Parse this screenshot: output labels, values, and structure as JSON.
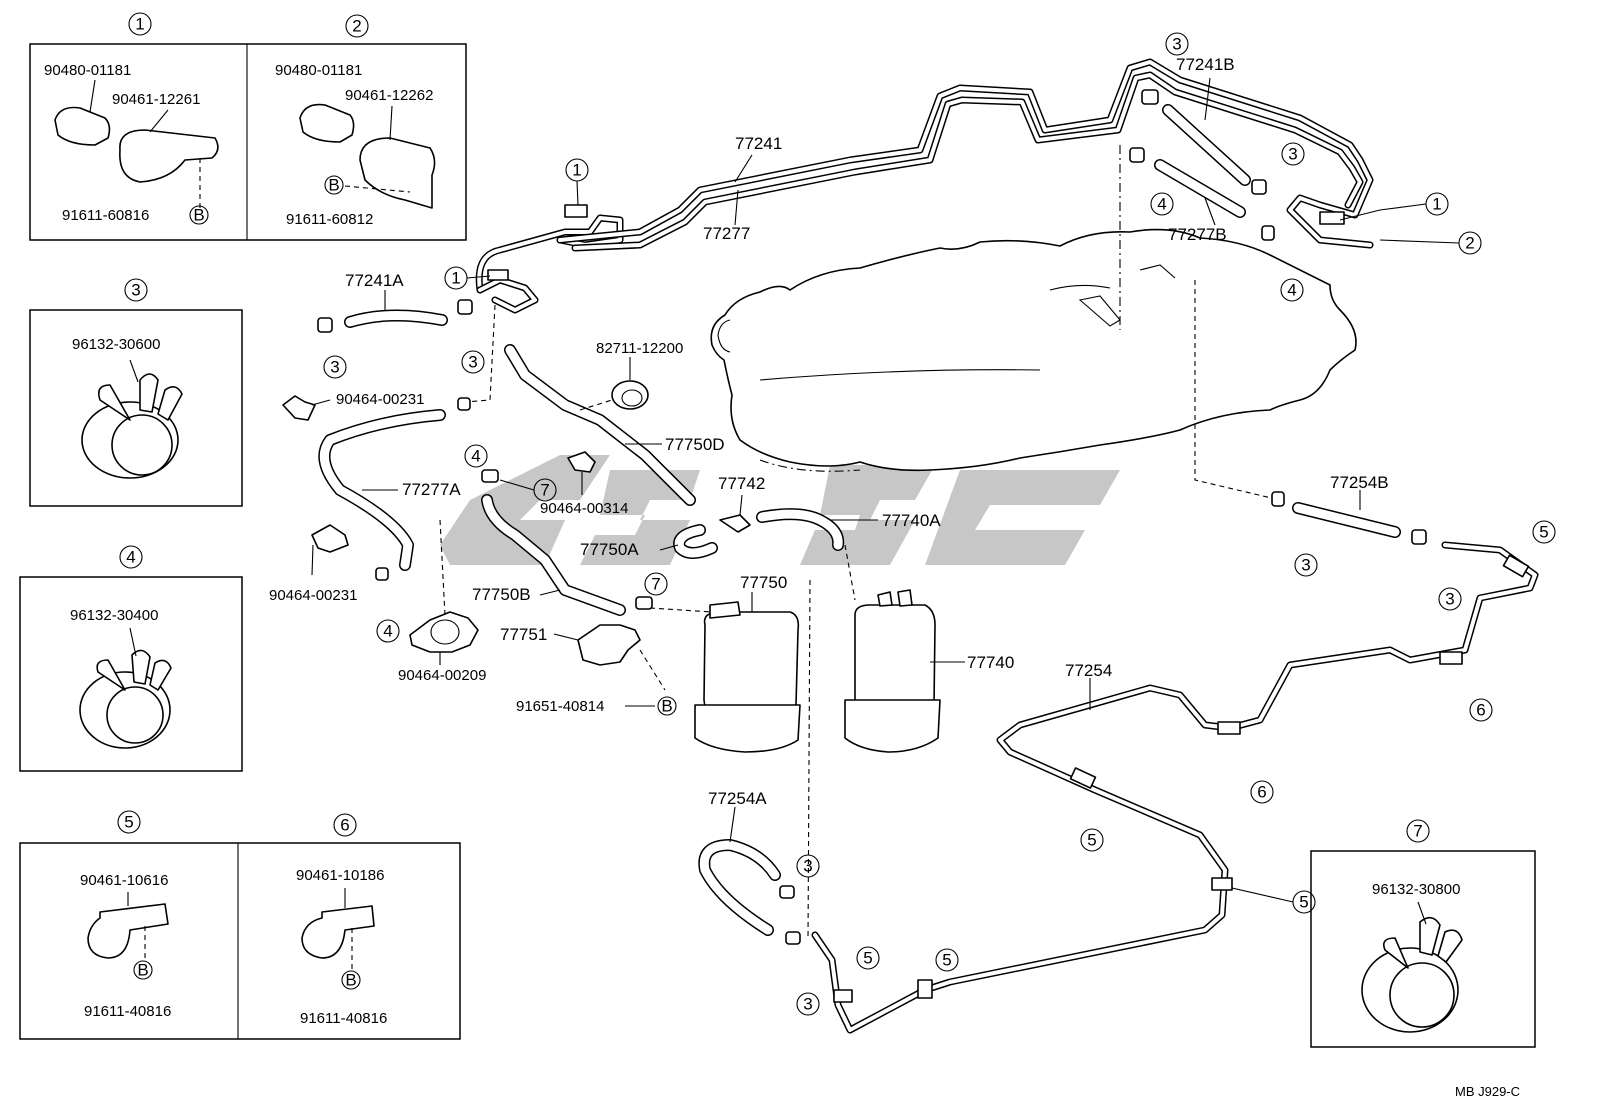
{
  "diagram": {
    "footer_code": "MB  J929-C",
    "callouts": {
      "box1": "1",
      "box2": "2",
      "box3": "3",
      "box4": "4",
      "box5": "5",
      "box6": "6",
      "box7": "7"
    },
    "boxes": {
      "box1": {
        "clip": "90480-01181",
        "clamp": "90461-12261",
        "bolt": "91611-60816",
        "bolt_mark": "B"
      },
      "box2": {
        "clip": "90480-01181",
        "clamp": "90461-12262",
        "bolt": "91611-60812",
        "bolt_mark": "B"
      },
      "box3": {
        "clamp": "96132-30600"
      },
      "box4": {
        "clamp": "96132-30400"
      },
      "box5": {
        "clamp": "90461-10616",
        "bolt": "91611-40816",
        "bolt_mark": "B"
      },
      "box6": {
        "clamp": "90461-10186",
        "bolt": "91611-40816",
        "bolt_mark": "B"
      },
      "box7": {
        "clamp": "96132-30800"
      }
    },
    "parts": {
      "p77241": "77241",
      "p77277": "77277",
      "p77241B": "77241B",
      "p77277B": "77277B",
      "p77241A": "77241A",
      "p82711": "82711-12200",
      "p90464_00231a": "90464-00231",
      "p90464_00231b": "90464-00231",
      "p77750D": "77750D",
      "p77277A": "77277A",
      "p77742": "77742",
      "p90464_00314": "90464-00314",
      "p77740A": "77740A",
      "p77750A": "77750A",
      "p77750B": "77750B",
      "p77750": "77750",
      "p77751": "77751",
      "p90464_00209": "90464-00209",
      "p91651": "91651-40814",
      "p91651_mark": "B",
      "p77740": "77740",
      "p77254B": "77254B",
      "p77254": "77254",
      "p77254A": "77254A"
    },
    "refs": {
      "r1a": "1",
      "r1b": "1",
      "r1c": "1",
      "r2a": "2",
      "r3a": "3",
      "r3b": "3",
      "r3c": "3",
      "r3d": "3",
      "r3e": "3",
      "r3f": "3",
      "r3g": "3",
      "r3h": "3",
      "r4a": "4",
      "r4b": "4",
      "r4c": "4",
      "r4d": "4",
      "r5a": "5",
      "r5b": "5",
      "r5c": "5",
      "r5d": "5",
      "r5e": "5",
      "r6a": "6",
      "r6b": "6",
      "r7a": "7",
      "r7b": "7"
    }
  }
}
